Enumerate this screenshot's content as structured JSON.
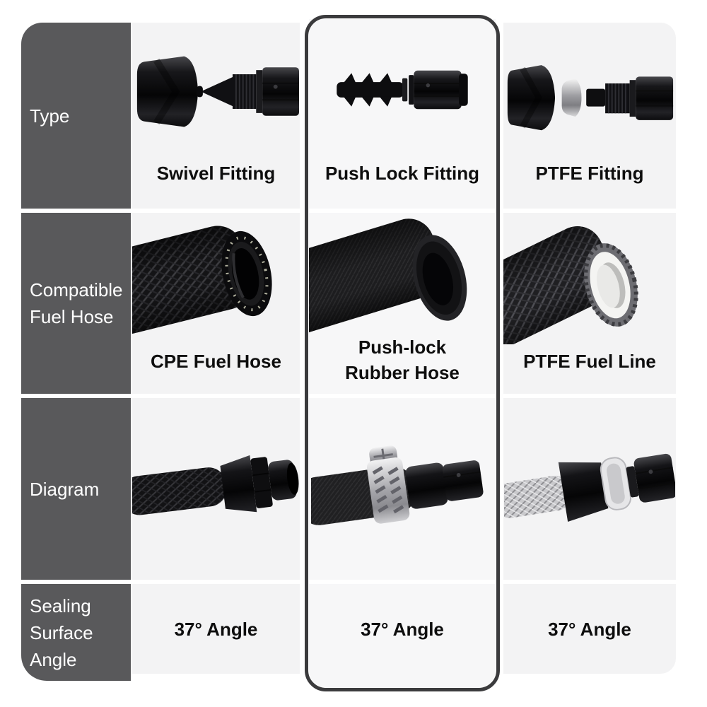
{
  "table": {
    "row_headers": [
      "Type",
      "Compatible Fuel Hose",
      "Diagram",
      "Sealing Surface Angle"
    ],
    "columns": [
      {
        "id": "swivel",
        "type_label": "Swivel Fitting",
        "hose_label": "CPE Fuel Hose",
        "diagram_image": "braided-hose-with-swivel-fitting-photo",
        "angle_label": "37° Angle",
        "highlighted": false
      },
      {
        "id": "push-lock",
        "type_label": "Push Lock Fitting",
        "hose_label": "Push-lock Rubber Hose",
        "diagram_image": "rubber-hose-with-clamp-and-fitting-photo",
        "angle_label": "37° Angle",
        "highlighted": true
      },
      {
        "id": "ptfe",
        "type_label": "PTFE Fitting",
        "hose_label": "PTFE Fuel Line",
        "diagram_image": "ptfe-line-with-fitting-photo",
        "angle_label": "37° Angle",
        "highlighted": false
      }
    ],
    "colors": {
      "page_bg": "#ffffff",
      "sidebar_bg": "#59595b",
      "cell_bg": "#f3f3f4",
      "highlight_border": "#3b3b3d",
      "label_text": "#0e0e0e",
      "sidebar_text": "#ffffff"
    }
  },
  "chart_data": {
    "type": "table",
    "row_headers": [
      "Type",
      "Compatible Fuel Hose",
      "Diagram",
      "Sealing Surface Angle"
    ],
    "columns": [
      "Swivel Fitting",
      "Push Lock Fitting",
      "PTFE Fitting"
    ],
    "rows": [
      [
        "Swivel Fitting",
        "Push Lock Fitting",
        "PTFE Fitting"
      ],
      [
        "CPE Fuel Hose",
        "Push-lock Rubber Hose",
        "PTFE Fuel Line"
      ],
      [
        "fitting-on-hose-photo",
        "fitting-on-hose-photo",
        "fitting-on-hose-photo"
      ],
      [
        "37° Angle",
        "37° Angle",
        "37° Angle"
      ]
    ],
    "highlighted_column": "Push Lock Fitting",
    "legend_position": "none",
    "grid": "cells-with-white-gaps"
  }
}
